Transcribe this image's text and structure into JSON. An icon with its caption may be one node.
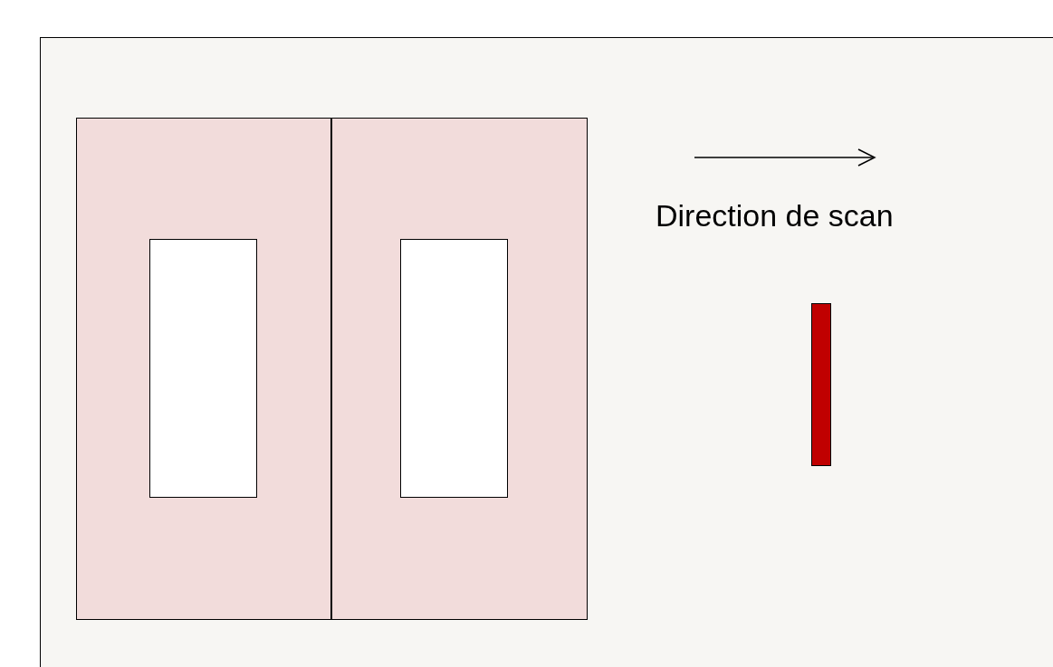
{
  "diagram": {
    "nodes": [
      {
        "text": [],
        "shape": "box"
      },
      {
        "text": [],
        "shape": "box"
      },
      {
        "text": [],
        "shape": "box",
        "in": 0
      },
      {
        "text": [],
        "shape": "box",
        "in": 1
      },
      {
        "text": [],
        "shape": "bar"
      }
    ],
    "labels": [
      "Direction de scan"
    ]
  }
}
